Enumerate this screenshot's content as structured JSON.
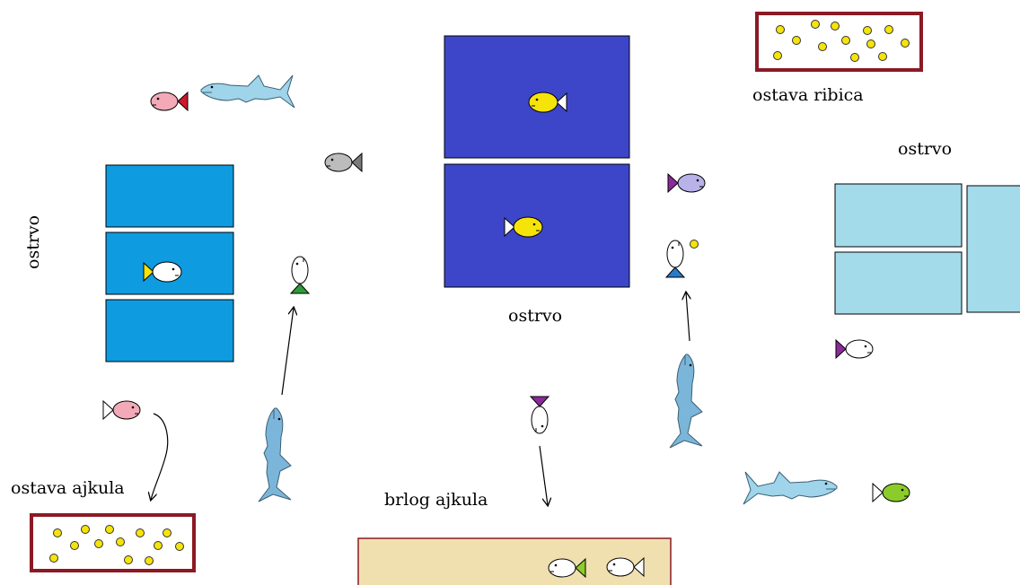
{
  "labels": {
    "food_store_fish": "ostava ribica",
    "island_top_right": "ostrvo",
    "island_center": "ostrvo",
    "island_left": "ostrvo",
    "food_store_sharks": "ostava ajkula",
    "shark_den": "brlog ajkula"
  },
  "colors": {
    "island_left": "#0f9be0",
    "island_center": "#3d46c9",
    "island_right": "#a3dbea",
    "den": "#f0e0b0",
    "store_border": "#8b1a24",
    "food": "#f5e30a",
    "shark": "#9fd4ea"
  }
}
